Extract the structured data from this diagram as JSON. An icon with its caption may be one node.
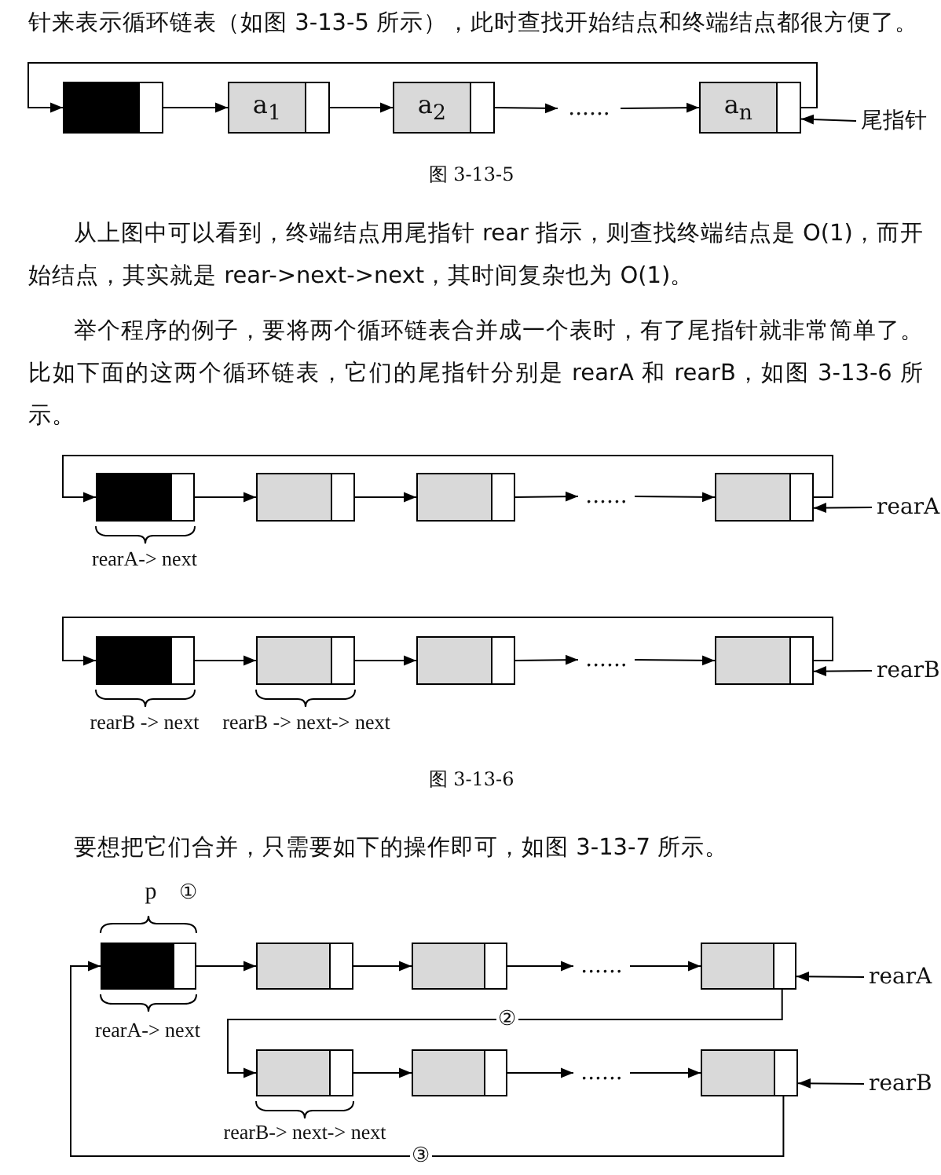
{
  "diagram": {
    "nodes": [
      {
        "text": [],
        "shape": "box"
      },
      {
        "text": [
          "a$_{1}$"
        ]
      },
      {
        "text": [
          "a$_{2}$"
        ]
      },
      {
        "text": [
          "......"
        ]
      },
      {
        "text": [
          "a$_{n}$"
        ]
      },
      {
        "text": [
          "尾指针"
        ]
      },
      {
        "text": [],
        "shape": "box"
      },
      {
        "text": [],
        "shape": "box"
      },
      {
        "text": [],
        "shape": "box"
      },
      {
        "text": [
          "......"
        ]
      },
      {
        "text": [],
        "shape": "box"
      },
      {
        "text": [
          "rearA"
        ]
      },
      {
        "text": [],
        "shape": "box"
      },
      {
        "text": [],
        "shape": "box"
      },
      {
        "text": [],
        "shape": "box"
      },
      {
        "text": [
          "......"
        ]
      },
      {
        "text": [],
        "shape": "box"
      },
      {
        "text": [
          "rearB"
        ]
      },
      {
        "text": [],
        "shape": "box"
      },
      {
        "text": [],
        "shape": "box"
      },
      {
        "text": [],
        "shape": "box"
      },
      {
        "text": [
          "......"
        ]
      },
      {
        "text": [],
        "shape": "box"
      },
      {
        "text": [
          "rearA"
        ]
      },
      {
        "text": [],
        "shape": "box"
      },
      {
        "text": [],
        "shape": "box"
      },
      {
        "text": [
          "......"
        ]
      },
      {
        "text": [],
        "shape": "box"
      },
      {
        "text": [
          "rearB"
        ]
      }
    ],
    "edges": [
      {
        "from": 0,
        "to": 1,
        "arrow": "to"
      },
      {
        "from": 1,
        "to": 2,
        "arrow": "to"
      },
      {
        "from": 2,
        "to": 3,
        "arrow": "to"
      },
      {
        "from": 3,
        "to": 4,
        "arrow": "to"
      },
      {
        "from": 4,
        "to": 0,
        "arrow": "to"
      },
      {
        "from": 5,
        "to": 4,
        "arrow": "to"
      },
      {
        "from": 6,
        "to": 7,
        "arrow": "to"
      },
      {
        "from": 7,
        "to": 8,
        "arrow": "to"
      },
      {
        "from": 8,
        "to": 9,
        "arrow": "to"
      },
      {
        "from": 9,
        "to": 10,
        "arrow": "to"
      },
      {
        "from": 10,
        "to": 6,
        "arrow": "to"
      },
      {
        "from": 11,
        "to": 10,
        "arrow": "to"
      },
      {
        "from": 12,
        "to": 13,
        "arrow": "to"
      },
      {
        "from": 13,
        "to": 14,
        "arrow": "to"
      },
      {
        "from": 14,
        "to": 15,
        "arrow": "to"
      },
      {
        "from": 15,
        "to": 16,
        "arrow": "to"
      },
      {
        "from": 16,
        "to": 12,
        "arrow": "to"
      },
      {
        "from": 17,
        "to": 16,
        "arrow": "to"
      },
      {
        "from": 18,
        "to": 19,
        "arrow": "to"
      },
      {
        "from": 19,
        "to": 20,
        "arrow": "to"
      },
      {
        "from": 20,
        "to": 21,
        "arrow": "to"
      },
      {
        "from": 21,
        "to": 22,
        "arrow": "to"
      },
      {
        "from": 22,
        "to": 24,
        "arrow": "to",
        "label": "②"
      },
      {
        "from": 23,
        "to": 22,
        "arrow": "to"
      },
      {
        "from": 24,
        "to": 25,
        "arrow": "to"
      },
      {
        "from": 25,
        "to": 26,
        "arrow": "to"
      },
      {
        "from": 26,
        "to": 27,
        "arrow": "to"
      },
      {
        "from": 27,
        "to": 18,
        "arrow": "to",
        "label": "③"
      },
      {
        "from": 28,
        "to": 27,
        "arrow": "to"
      }
    ],
    "labels": [
      "针来表示循环链表（如图 **3-13-5** 所示），此时查找开始结点和终端结点都很方便了。",
      "图 3-13-5",
      "从上图中可以看到，终端结点用尾指针 **rear** 指示，则查找终端结点是 **O(1)**，而开始结点，其实就是 **rear->next->next**，其时间复杂也为 **O(1)**。",
      "举个程序的例子，要将两个循环链表合并成一个表时，有了尾指针就非常简单了。比如下面的这两个循环链表，它们的尾指针分别是 **rearA** 和 **rearB**，如图 **3-13-6** 所示。",
      "rearA-> next",
      "rearB -> next",
      "rearB -> next-> next",
      "图 3-13-6",
      "要想把它们合并，只需要如下的操作即可，如图 **3-13-7** 所示。",
      "p",
      "①",
      "rearA-> next",
      "rearB-> next-> next"
    ]
  }
}
